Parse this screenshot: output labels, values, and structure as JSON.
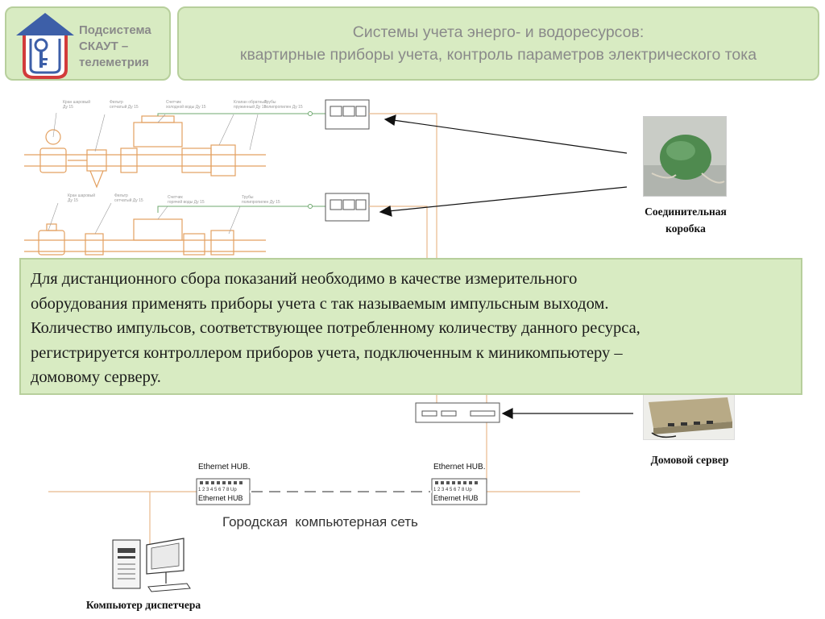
{
  "header": {
    "logo_lines": [
      "Подсистема",
      "СКАУТ –",
      "телеметрия"
    ],
    "title_lines": [
      "Системы учета энерго- и водоресурсов:",
      "квартирные приборы учета, контроль параметров электрического тока"
    ]
  },
  "labels": {
    "junction_box": [
      "Соединительная",
      "коробка"
    ],
    "house_server": "Домовой сервер",
    "dispatcher_computer": "Компьютер диспетчера",
    "ethernet_hub_caption_left": "Ethernet HUB.",
    "ethernet_hub_caption_right": "Ethernet HUB.",
    "ethernet_hub_label": "Ethernet HUB",
    "hub_ports": "1 2 3 4 5 6 7 8 Up",
    "city_network": "Городская  компьютерная сеть"
  },
  "info": {
    "lines": [
      "Для дистанционного сбора показаний необходимо в качестве измерительного",
      "оборудования применять приборы учета с так называемым импульсным выходом.",
      "Количество импульсов, соответствующее потребленному количеству данного ресурса,",
      "регистрируется контроллером приборов учета, подключенным к миникомпьютеру –",
      "домовому серверу."
    ]
  },
  "colors": {
    "panel_fill": "#d8ebc2",
    "panel_border": "#b7cf9c",
    "header_text": "#8a8a8a",
    "pipe_orange": "#e3a060",
    "wire_green": "#6fa86f",
    "wire_orange": "#e8b98c"
  }
}
